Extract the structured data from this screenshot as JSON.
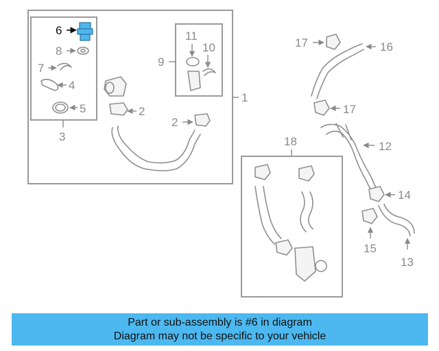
{
  "diagram": {
    "callouts": [
      "6",
      "8",
      "7",
      "4",
      "5",
      "3",
      "11",
      "10",
      "9",
      "1",
      "2",
      "2",
      "17",
      "16",
      "17",
      "18",
      "12",
      "14",
      "15",
      "13"
    ],
    "highlight_color": "#4db8f0"
  },
  "banner": {
    "line1": "Part or sub-assembly is #6 in diagram",
    "line2": "Diagram may not be specific to your vehicle",
    "background": "#4db8f0"
  }
}
